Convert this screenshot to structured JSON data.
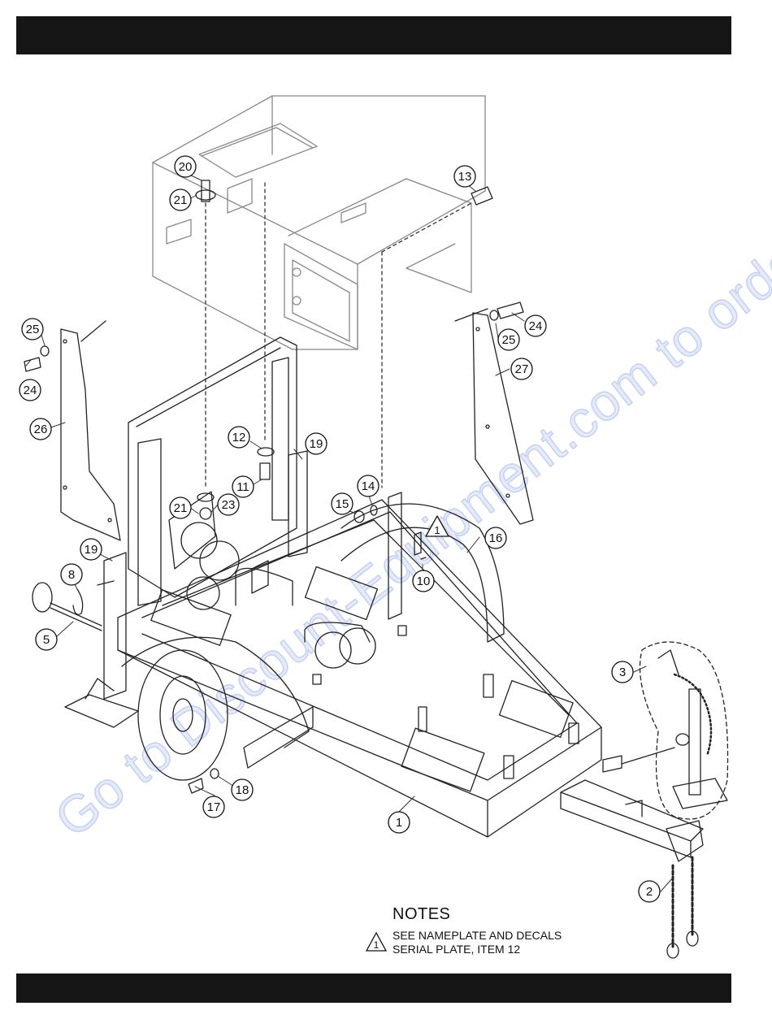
{
  "callouts": [
    {
      "label": "1"
    },
    {
      "label": "2"
    },
    {
      "label": "3"
    },
    {
      "label": "5"
    },
    {
      "label": "8"
    },
    {
      "label": "10"
    },
    {
      "label": "11"
    },
    {
      "label": "12"
    },
    {
      "label": "13"
    },
    {
      "label": "14"
    },
    {
      "label": "15"
    },
    {
      "label": "16"
    },
    {
      "label": "17"
    },
    {
      "label": "18"
    },
    {
      "label": "19"
    },
    {
      "label": "19"
    },
    {
      "label": "20"
    },
    {
      "label": "21"
    },
    {
      "label": "21"
    },
    {
      "label": "23"
    },
    {
      "label": "24"
    },
    {
      "label": "24"
    },
    {
      "label": "25"
    },
    {
      "label": "25"
    },
    {
      "label": "26"
    },
    {
      "label": "27"
    }
  ],
  "notice_marks": [
    {
      "label": "1"
    }
  ],
  "notes": {
    "title": "NOTES",
    "marker": "1",
    "line1": "SEE NAMEPLATE AND DECALS",
    "line2": "SERIAL PLATE, ITEM 12"
  },
  "watermark": "Go to Discount-Equipment.com to order your parts"
}
